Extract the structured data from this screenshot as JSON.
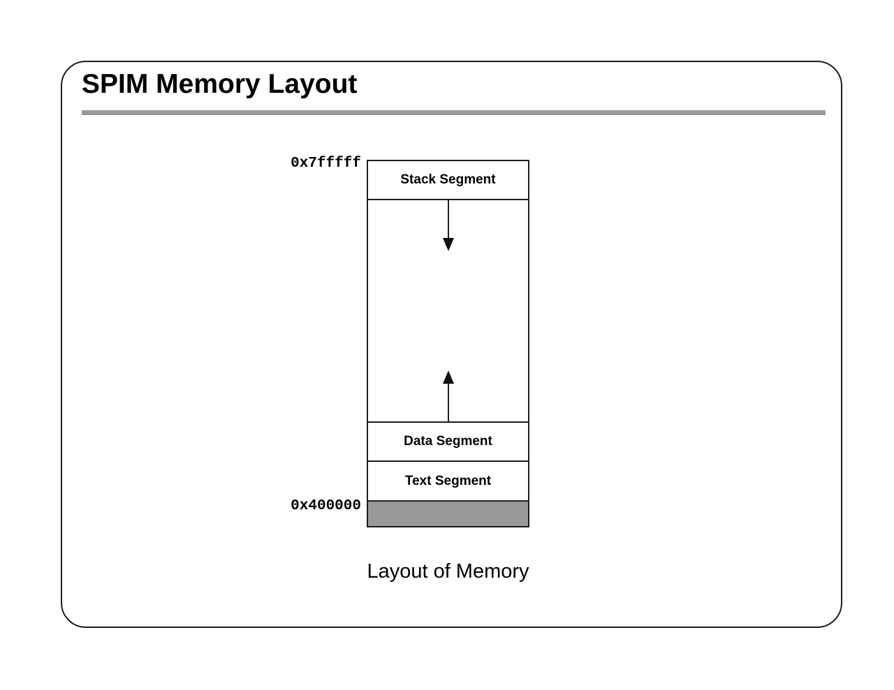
{
  "slide": {
    "title": "SPIM Memory Layout",
    "caption": "Layout of Memory"
  },
  "diagram": {
    "top_address": "0x7fffff",
    "bottom_address": "0x400000",
    "segments": {
      "stack": "Stack Segment",
      "data": "Data Segment",
      "text": "Text Segment"
    },
    "icons": {
      "stack_grow_arrow": "arrow-down",
      "data_grow_arrow": "arrow-up"
    }
  },
  "colors": {
    "title_rule_gray": "#999999",
    "reserved_block_fill": "#999999",
    "line_black": "#1d1d1d",
    "background": "#ffffff"
  }
}
